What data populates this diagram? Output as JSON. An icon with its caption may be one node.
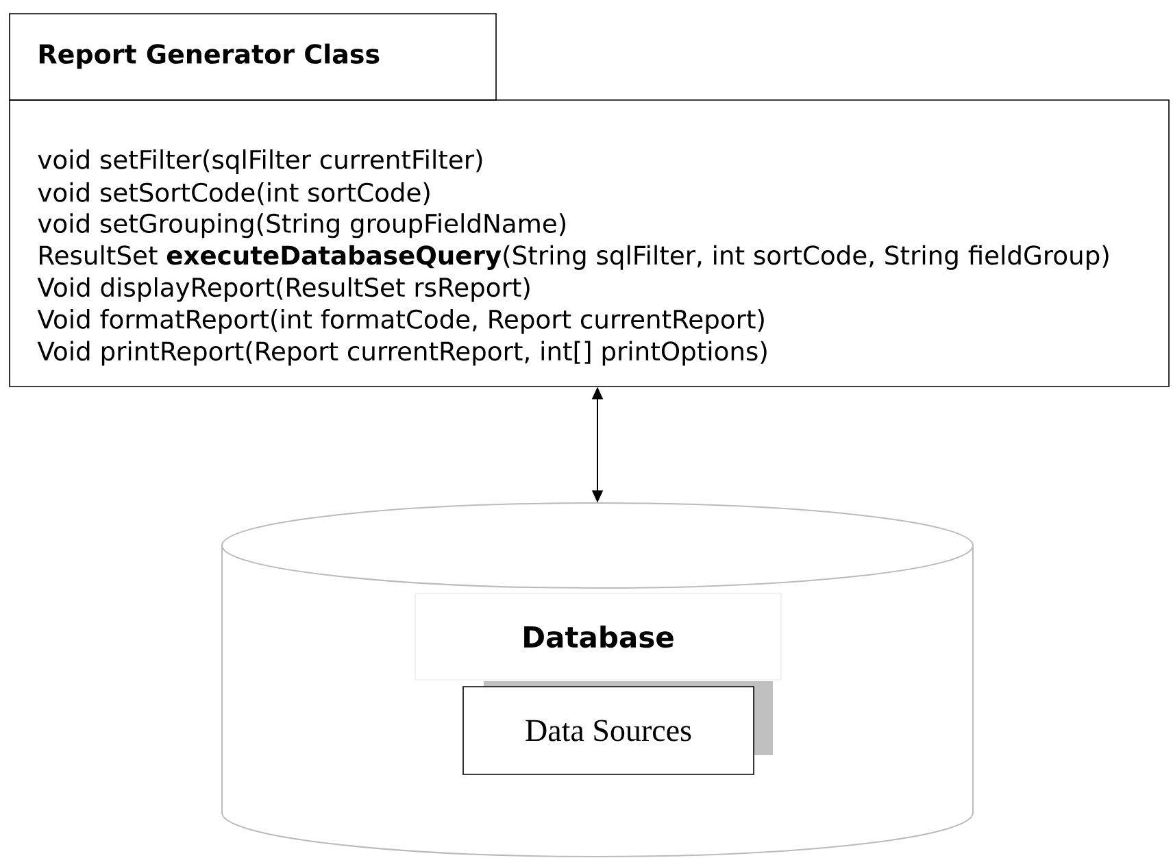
{
  "diagram": {
    "nodes": [
      {
        "text": [
          "Report Generator Class",
          "void setFilter(sqlFilter currentFilter)",
          "void setSortCode(int sortCode)",
          "void setGrouping(String groupFieldName)",
          "ResultSet **executeDatabaseQuery**(String sqlFilter, int sortCode, String fieldGroup)",
          "Void displayReport(ResultSet rsReport)",
          "Void formatReport(int formatCode, Report currentReport)",
          "Void printReport(Report currentReport, int[] printOptions)"
        ]
      },
      {
        "text": [],
        "shape": "cylinder"
      },
      {
        "text": [
          "Database"
        ],
        "in": 1
      },
      {
        "text": [
          "Data Sources"
        ],
        "in": 1
      }
    ],
    "edges": [
      {
        "from": 0,
        "to": 1,
        "arrow": "both"
      }
    ]
  }
}
